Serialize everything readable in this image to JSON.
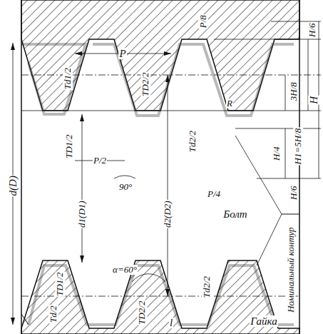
{
  "diagram": {
    "labels": [
      "P",
      "P/8",
      "H/6",
      "Td1/2",
      "TD2/2",
      "3H/8",
      "H1=5H/8",
      "H",
      "R",
      "TD1/2",
      "Td2/2",
      "H/4",
      "H/6",
      "P/2",
      "90°",
      "P/4",
      "d(D)",
      "d1(D1)",
      "d2(D2)",
      "Болт",
      "Номинальный контур",
      "TD1/2",
      "α=60°",
      "Td2/2",
      "Td/2",
      "TD2/2",
      "l",
      "Гайка"
    ]
  }
}
